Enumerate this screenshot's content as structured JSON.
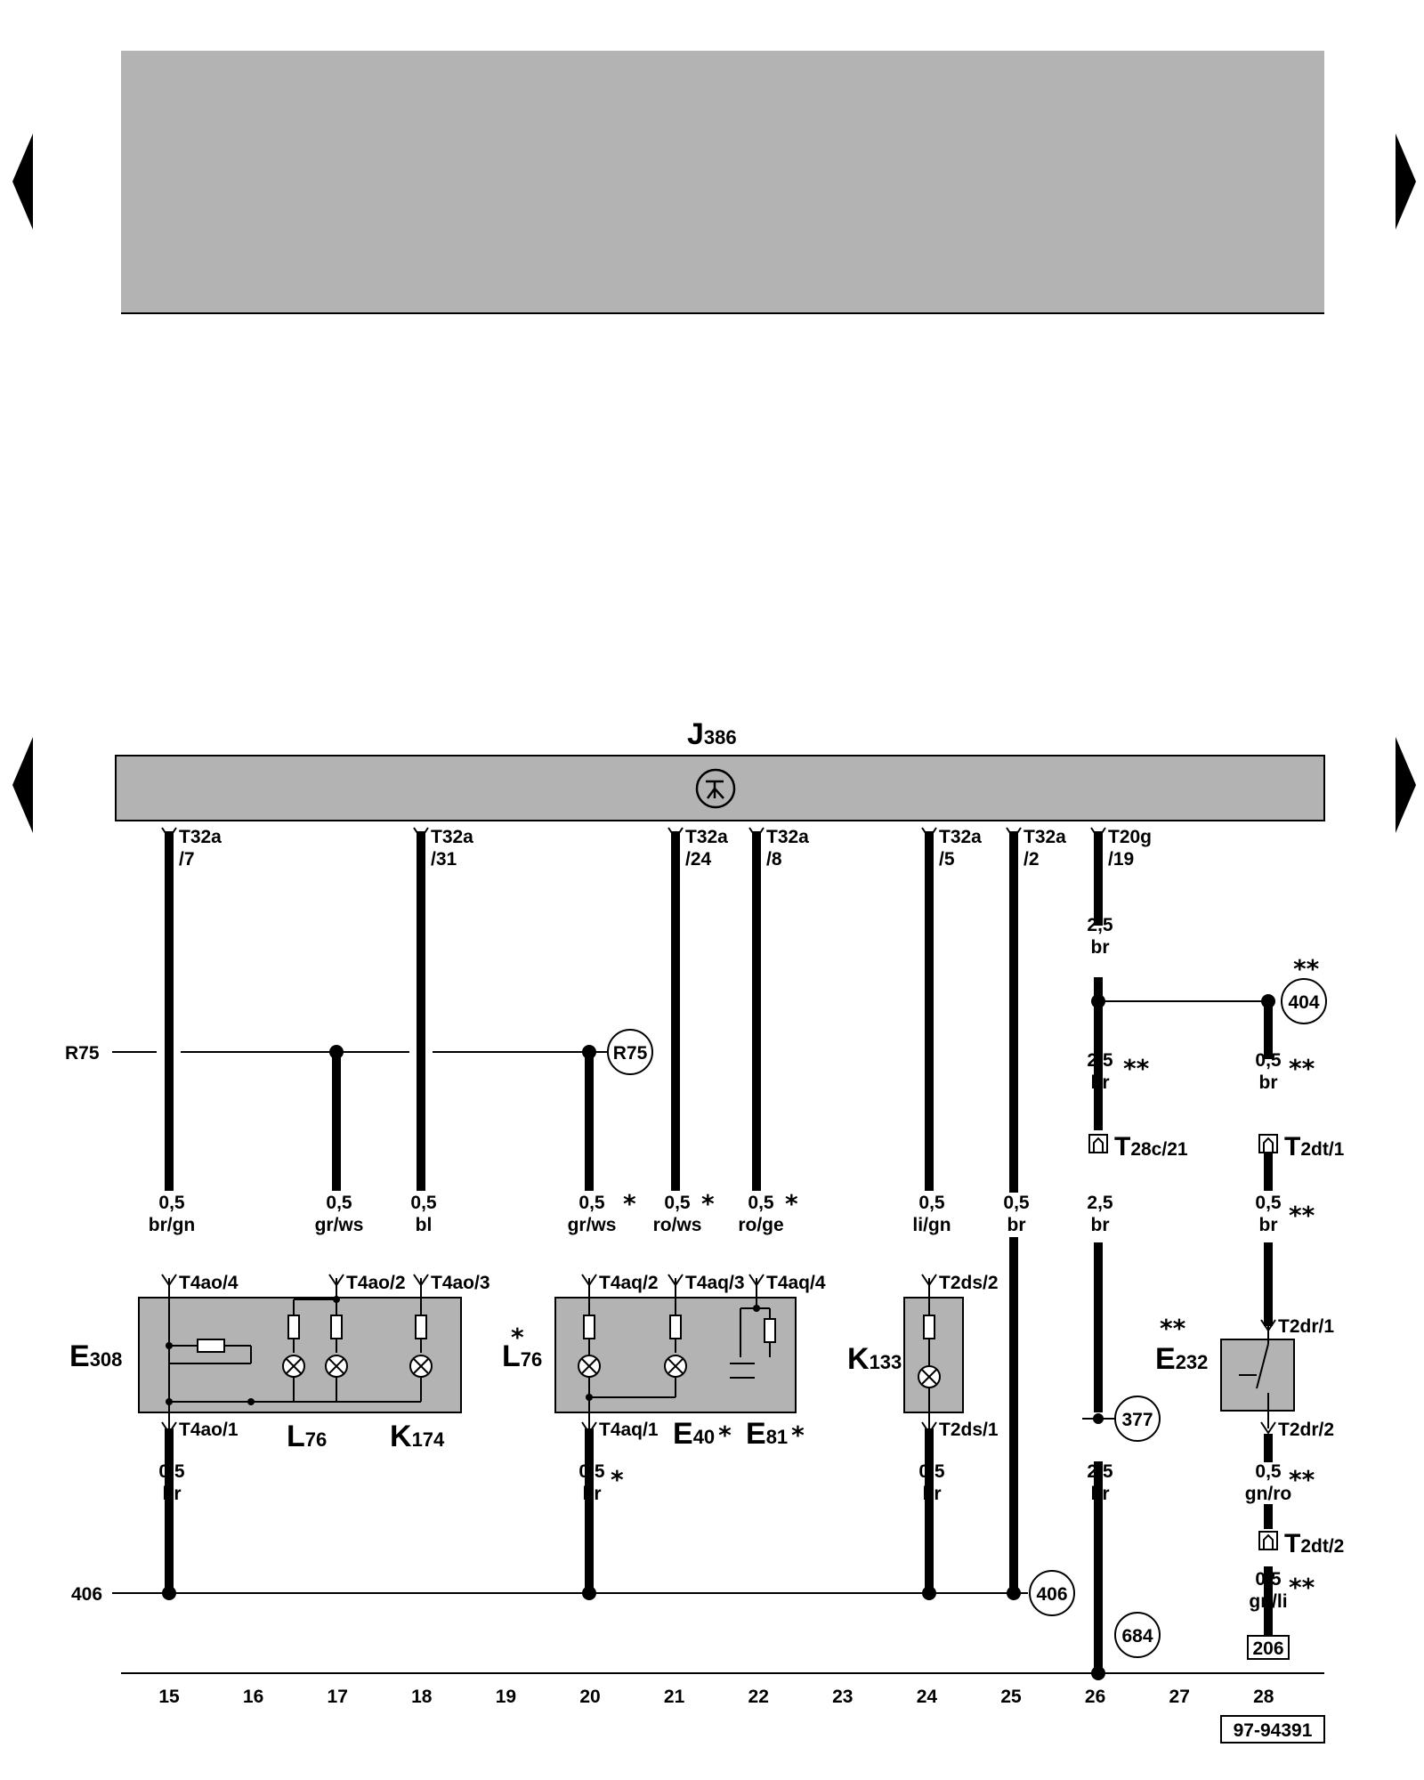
{
  "nav": {
    "prev_arrow_icon": "triangle-left-icon",
    "next_arrow_icon": "triangle-right-icon"
  },
  "colors": {
    "panel_gray": "#b3b3b3",
    "line": "#000000"
  },
  "control_unit": {
    "letter": "J",
    "sub": "386",
    "icon": "transistor-symbol-icon"
  },
  "connectors": {
    "c15": {
      "name": "T32a",
      "pin": "/7"
    },
    "c18": {
      "name": "T32a",
      "pin": "/31"
    },
    "c21": {
      "name": "T32a",
      "pin": "/24"
    },
    "c22": {
      "name": "T32a",
      "pin": "/8"
    },
    "c24": {
      "name": "T32a",
      "pin": "/5"
    },
    "c25": {
      "name": "T32a",
      "pin": "/2"
    },
    "c26": {
      "name": "T20g",
      "pin": "/19"
    }
  },
  "bus": {
    "r75_left": "R75",
    "r75_right": "R75",
    "gnd_left": "406",
    "gnd_right": "406"
  },
  "refs": {
    "r404": "404",
    "r377": "377",
    "r684": "684",
    "box206": "206"
  },
  "wires": {
    "w15_top": {
      "size": "0,5",
      "color": "br/gn"
    },
    "w17_top": {
      "size": "0,5",
      "color": "gr/ws"
    },
    "w18_top": {
      "size": "0,5",
      "color": "bl"
    },
    "w20_top": {
      "size": "0,5",
      "color": "gr/ws"
    },
    "w21_top": {
      "size": "0,5",
      "color": "ro/ws"
    },
    "w22_top": {
      "size": "0,5",
      "color": "ro/ge"
    },
    "w24_top": {
      "size": "0,5",
      "color": "li/gn"
    },
    "w25_top": {
      "size": "0,5",
      "color": "br"
    },
    "w26_a": {
      "size": "2,5",
      "color": "br"
    },
    "w26_b": {
      "size": "2,5",
      "color": "br"
    },
    "w26_c": {
      "size": "2,5",
      "color": "br"
    },
    "w26_d": {
      "size": "2,5",
      "color": "br"
    },
    "w28_a": {
      "size": "0,5",
      "color": "br"
    },
    "w28_b": {
      "size": "0,5",
      "color": "br"
    },
    "w28_c": {
      "size": "0,5",
      "color": "gn/ro"
    },
    "w28_d": {
      "size": "0,5",
      "color": "gn/li"
    },
    "w15_bot": {
      "size": "0,5",
      "color": "br"
    },
    "w20_bot": {
      "size": "0,5",
      "color": "br"
    },
    "w24_bot": {
      "size": "0,5",
      "color": "br"
    }
  },
  "pins": {
    "t4ao4": "T4ao/4",
    "t4ao2": "T4ao/2",
    "t4ao3": "T4ao/3",
    "t4ao1": "T4ao/1",
    "t4aq2": "T4aq/2",
    "t4aq3": "T4aq/3",
    "t4aq4": "T4aq/4",
    "t4aq1": "T4aq/1",
    "t2ds2": "T2ds/2",
    "t2ds1": "T2ds/1",
    "t2dr1": "T2dr/1",
    "t2dr2": "T2dr/2"
  },
  "inline_connectors": {
    "t28c": {
      "letter": "T",
      "sub": "28c/21"
    },
    "t2dt1": {
      "letter": "T",
      "sub": "2dt/1"
    },
    "t2dt2": {
      "letter": "T",
      "sub": "2dt/2"
    }
  },
  "components": {
    "e308": {
      "letter": "E",
      "sub": "308"
    },
    "l76a": {
      "letter": "L",
      "sub": "76"
    },
    "k174": {
      "letter": "K",
      "sub": "174"
    },
    "l76b": {
      "letter": "L",
      "sub": "76"
    },
    "e40": {
      "letter": "E",
      "sub": "40"
    },
    "e81": {
      "letter": "E",
      "sub": "81"
    },
    "k133": {
      "letter": "K",
      "sub": "133"
    },
    "e232": {
      "letter": "E",
      "sub": "232"
    }
  },
  "marks": {
    "single": "*",
    "double": "**"
  },
  "columns": [
    "15",
    "16",
    "17",
    "18",
    "19",
    "20",
    "21",
    "22",
    "23",
    "24",
    "25",
    "26",
    "27",
    "28"
  ],
  "diagram_id": "97-94391"
}
